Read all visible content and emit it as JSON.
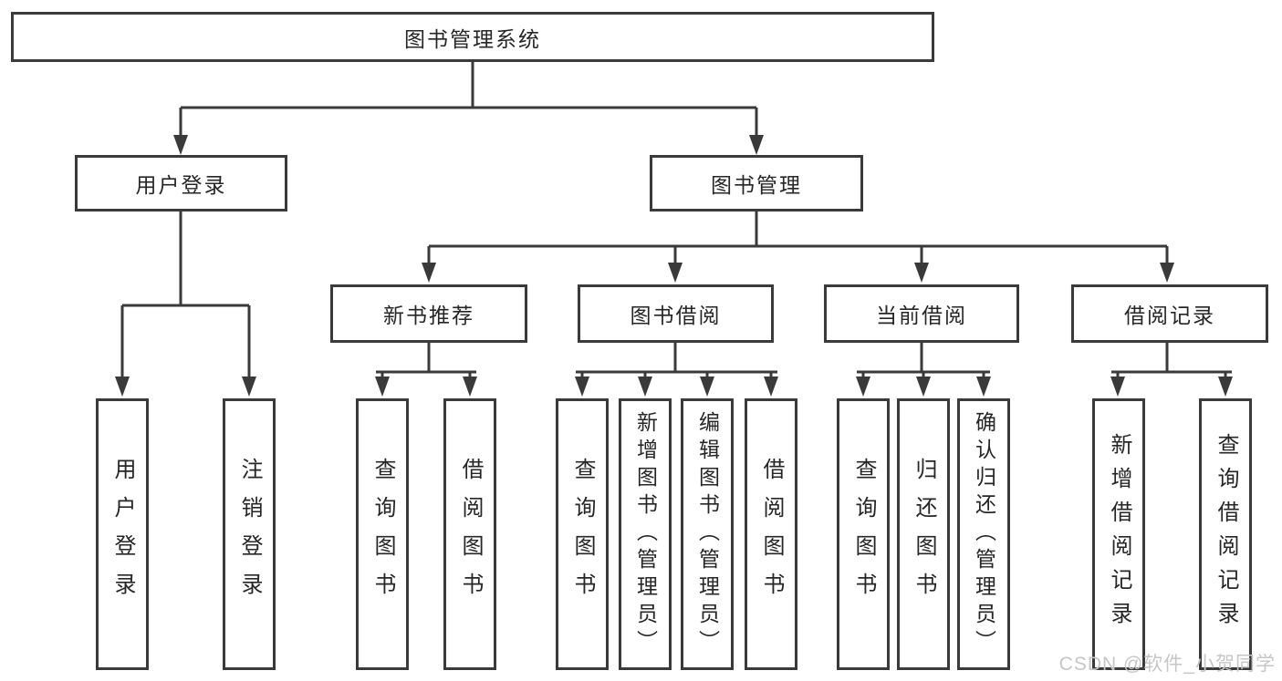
{
  "diagram": {
    "root": {
      "label": "图书管理系统"
    },
    "branches": [
      {
        "label": "用户登录",
        "children": [
          {
            "label": "用户登录"
          },
          {
            "label": "注销登录"
          }
        ]
      },
      {
        "label": "图书管理",
        "children": [
          {
            "label": "新书推荐",
            "children": [
              {
                "label": "查询图书"
              },
              {
                "label": "借阅图书"
              }
            ]
          },
          {
            "label": "图书借阅",
            "children": [
              {
                "label": "查询图书"
              },
              {
                "label": "新增图书（管理员）"
              },
              {
                "label": "编辑图书（管理员）"
              },
              {
                "label": "借阅图书"
              }
            ]
          },
          {
            "label": "当前借阅",
            "children": [
              {
                "label": "查询图书"
              },
              {
                "label": "归还图书"
              },
              {
                "label": "确认归还（管理员）"
              }
            ]
          },
          {
            "label": "借阅记录",
            "children": [
              {
                "label": "新增借阅记录"
              },
              {
                "label": "查询借阅记录"
              }
            ]
          }
        ]
      }
    ]
  },
  "watermark": {
    "text": "CSDN @软件_小贺同学"
  },
  "colors": {
    "line": "#3a3a3a",
    "text": "#262626",
    "background": "#ffffff",
    "watermark": "#c6c6c6"
  }
}
